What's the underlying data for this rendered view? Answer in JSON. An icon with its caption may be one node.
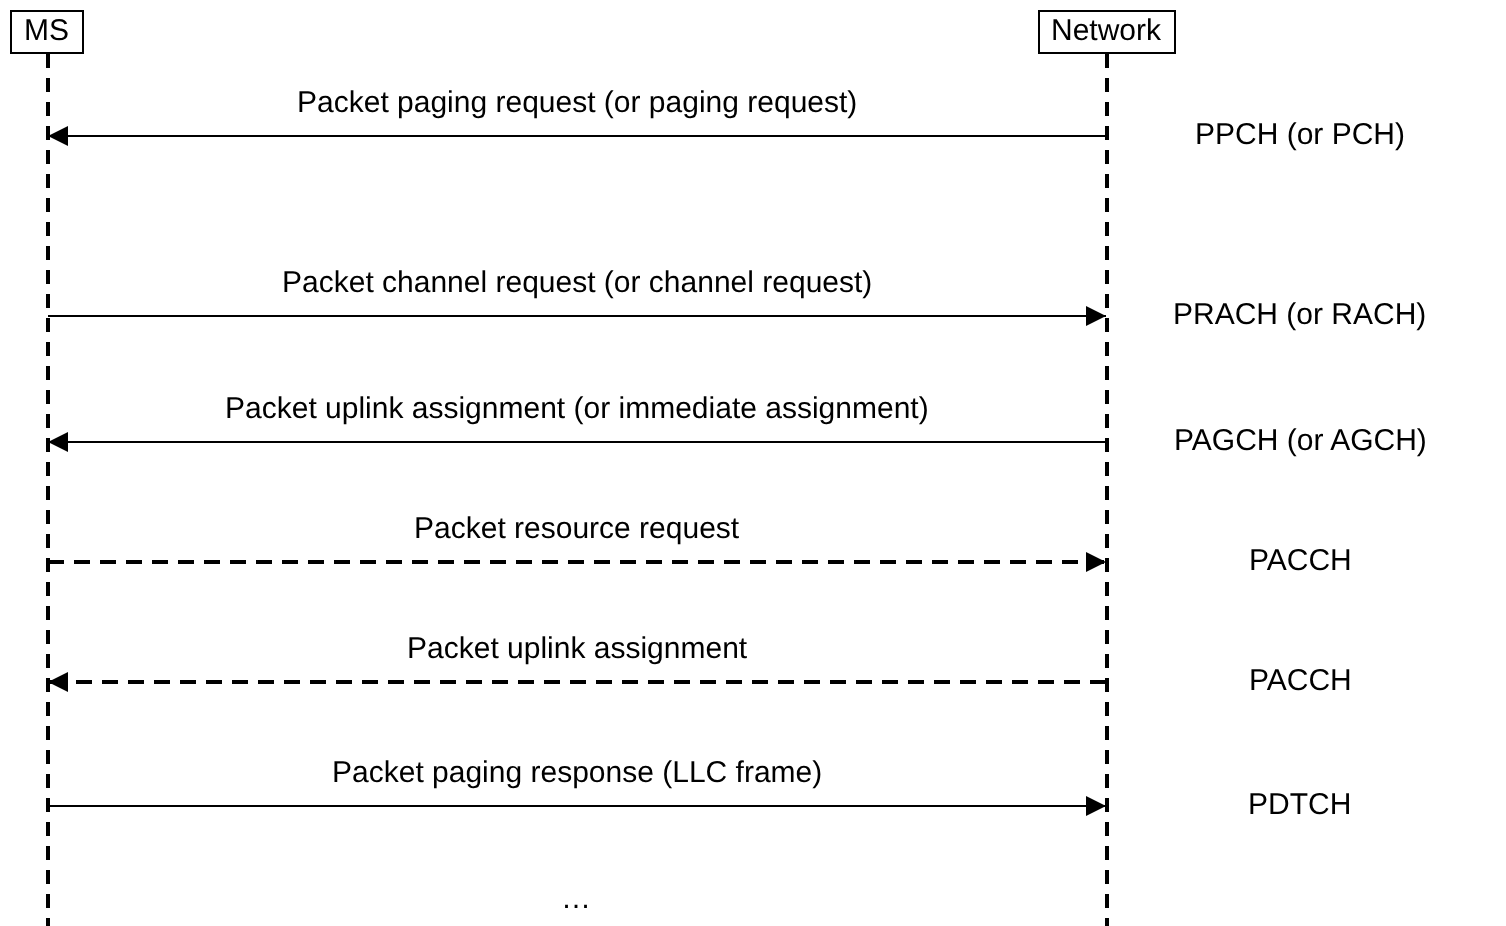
{
  "diagram": {
    "nodes": [
      {
        "text": [
          "MS"
        ]
      },
      {
        "text": [
          "Network"
        ]
      }
    ],
    "edges": [
      {
        "from": 1,
        "to": 0,
        "arrow": "to",
        "label": "Packet paging request (or paging request)"
      },
      {
        "from": 0,
        "to": 1,
        "arrow": "to",
        "label": "Packet channel request (or channel request)"
      },
      {
        "from": 1,
        "to": 0,
        "arrow": "to",
        "label": "Packet uplink assignment (or immediate assignment)"
      },
      {
        "from": 0,
        "to": 1,
        "arrow": "to",
        "label": "Packet resource request",
        "style": "dashed"
      },
      {
        "from": 1,
        "to": 0,
        "arrow": "to",
        "label": "Packet uplink assignment",
        "style": "dashed"
      },
      {
        "from": 0,
        "to": 1,
        "arrow": "to",
        "label": "Packet paging response (LLC frame)"
      }
    ],
    "labels": [
      "PPCH (or PCH)",
      "PRACH (or RACH)",
      "PAGCH (or AGCH)",
      "PACCH",
      "PACCH",
      "PDTCH",
      "…"
    ]
  }
}
